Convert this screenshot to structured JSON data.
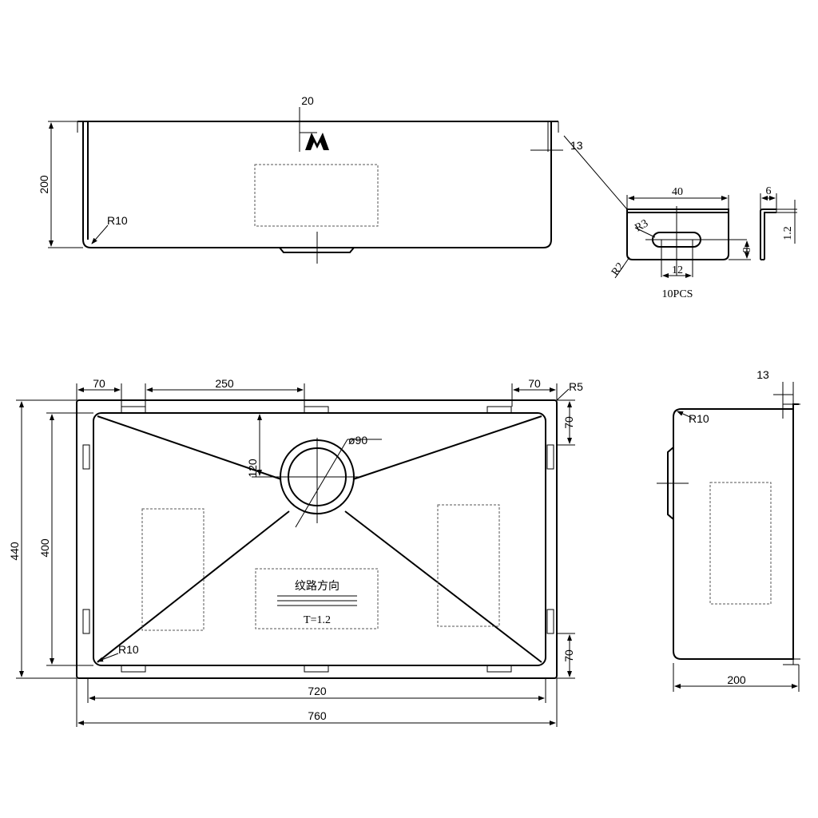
{
  "front_view": {
    "dim_height": "200",
    "dim_top": "20",
    "radius": "R10",
    "dim_flange": "13"
  },
  "bracket": {
    "dim_width": "40",
    "dim_slot": "12",
    "dim_height": "8",
    "radius_slot": "R3",
    "radius_corner": "R2",
    "quantity": "10PCS",
    "dim_flange": "6",
    "dim_thickness": "1.2"
  },
  "top_view": {
    "dim_outer_width": "760",
    "dim_inner_width": "720",
    "dim_outer_height": "440",
    "dim_inner_height": "400",
    "dim_left_tab": "70",
    "dim_tab_spacing": "250",
    "dim_right_tab": "70",
    "corner_radius": "R5",
    "dim_side_tab_top": "70",
    "dim_side_tab_bottom": "70",
    "drain_diameter": "ø90",
    "drain_offset": "120",
    "inner_radius": "R10",
    "grain_label": "纹路方向",
    "thickness_label": "T=1.2"
  },
  "side_view": {
    "dim_depth": "200",
    "dim_flange": "13",
    "radius": "R10"
  }
}
